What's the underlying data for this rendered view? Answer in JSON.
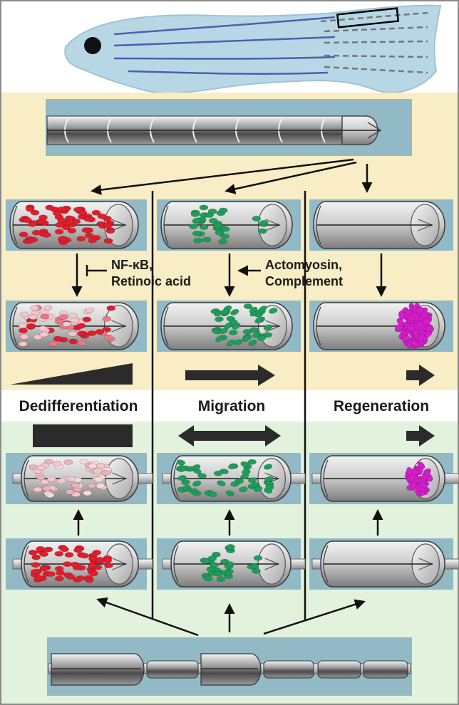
{
  "signals": {
    "left_line1": "NF-κB,",
    "left_line2": "Retinoic acid",
    "right_line1": "Actomyosin,",
    "right_line2": "Complement"
  },
  "columns": {
    "left": "Dedifferentiation",
    "middle": "Migration",
    "right": "Regeneration"
  },
  "colors": {
    "fish_body": "#b8d7e5",
    "fin_ray": "#4a5fb0",
    "top_panel_bg": "#f8edc4",
    "bottom_panel_bg": "#e2f2dc",
    "strip_bg": "#92b9c6",
    "nucleus_red": "#e01e2d",
    "nucleus_pink": "#f4c6cc",
    "nucleus_green": "#1f9d5a",
    "nucleus_magenta": "#d21fc8",
    "indicator": "#2b2b2b"
  },
  "icons": [
    "zebrafish-icon",
    "myelinated-axon-icon",
    "schwann-cell-icon",
    "arrow-icon",
    "inhibition-bar-icon"
  ]
}
